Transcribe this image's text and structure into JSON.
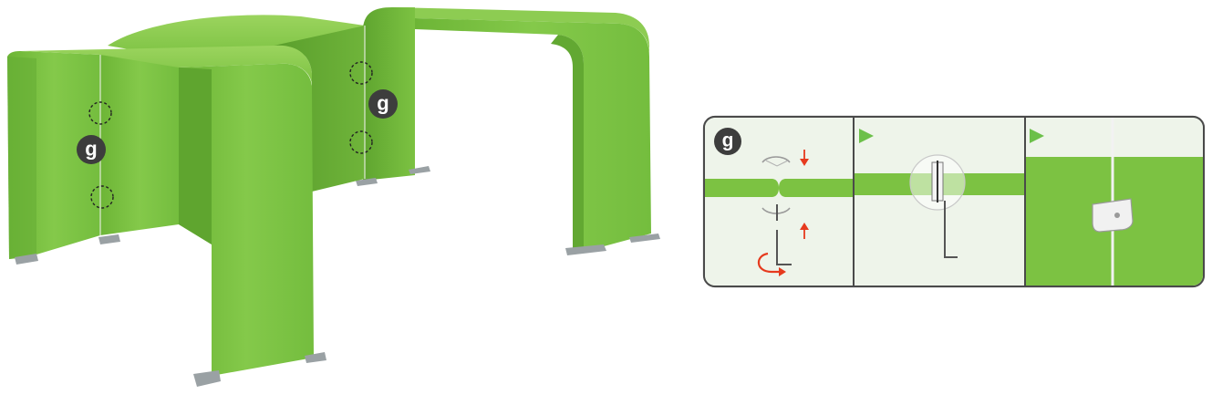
{
  "assembly": {
    "callout_left": {
      "label": "g"
    },
    "callout_right": {
      "label": "g"
    }
  },
  "detail_panel": {
    "step_badge": {
      "label": "g"
    },
    "steps": [
      {
        "name": "align-and-join-frames"
      },
      {
        "name": "tighten-connector"
      },
      {
        "name": "connector-installed"
      }
    ]
  },
  "colors": {
    "fabric": "#7cc242",
    "fabric_dark": "#5fa52f",
    "fabric_light": "#9bd45e",
    "badge": "#3d3d3d",
    "arrow": "#e63a1e",
    "panel_border": "#4a4a4a",
    "panel_bg": "#eef4ea",
    "step_marker": "#6cc04a"
  },
  "icons": [
    "circle-badge-g",
    "dashed-circle-marker",
    "red-arrow-down",
    "red-arrow-up",
    "red-rotate-arrow",
    "green-triangle-marker",
    "allen-key-icon",
    "connector-clip-icon"
  ]
}
